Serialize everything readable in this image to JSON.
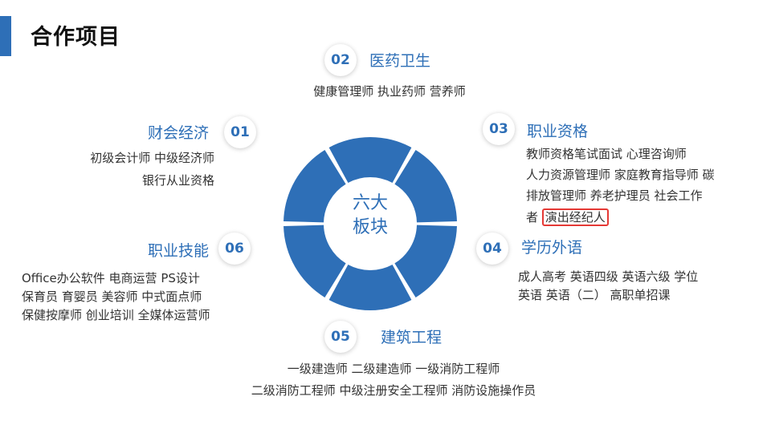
{
  "page": {
    "title": "合作项目"
  },
  "center": {
    "line1": "六大",
    "line2": "板块"
  },
  "colors": {
    "accent": "#2e6fb7",
    "highlight_border": "#e53935"
  },
  "sections": {
    "s02": {
      "number": "02",
      "title": "医药卫生",
      "lines": [
        "健康管理师  执业药师  营养师"
      ]
    },
    "s01": {
      "number": "01",
      "title": "财会经济",
      "lines": [
        "初级会计师  中级经济师",
        "银行从业资格"
      ]
    },
    "s03": {
      "number": "03",
      "title": "职业资格",
      "lines": [
        "教师资格笔试面试  心理咨询师",
        "人力资源管理师  家庭教育指导师 碳",
        "排放管理师  养老护理员  社会工作"
      ],
      "last_prefix": "者",
      "highlighted": "演出经纪人"
    },
    "s06": {
      "number": "06",
      "title": "职业技能",
      "lines": [
        "Office办公软件  电商运营  PS设计",
        "保育员  育婴员  美容师  中式面点师",
        "保健按摩师  创业培训  全媒体运营师"
      ]
    },
    "s04": {
      "number": "04",
      "title": "学历外语",
      "lines": [
        "成人高考  英语四级  英语六级  学位",
        "英语  英语（二）  高职单招课"
      ]
    },
    "s05": {
      "number": "05",
      "title": "建筑工程",
      "lines": [
        "一级建造师  二级建造师  一级消防工程师",
        "二级消防工程师  中级注册安全工程师    消防设施操作员"
      ]
    }
  }
}
